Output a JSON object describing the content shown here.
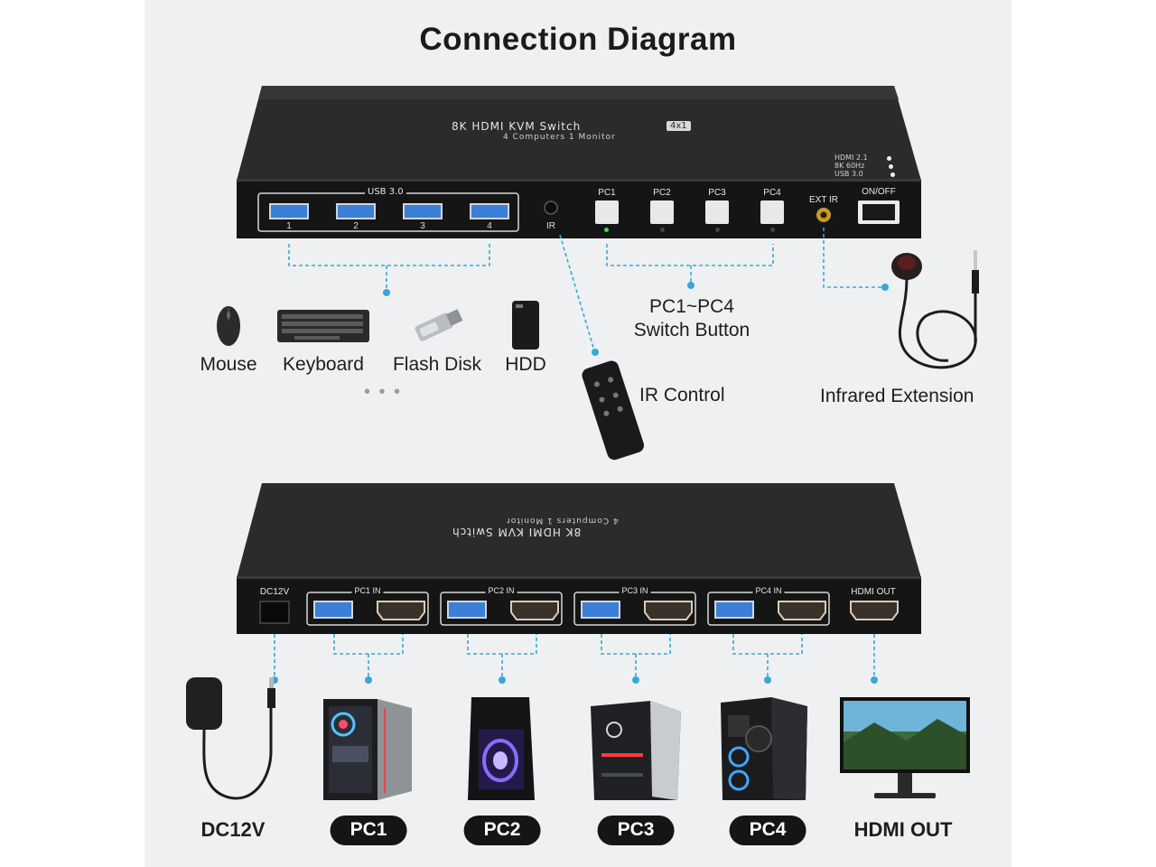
{
  "title": "Connection Diagram",
  "front_panel": {
    "product_name": "8K HDMI KVM Switch",
    "product_badge": "4x1",
    "product_sub": "4 Computers 1 Monitor",
    "indicators": [
      "HDMI 2.1",
      "8K 60Hz",
      "USB 3.0"
    ],
    "usb_group_label": "USB 3.0",
    "usb_ports": [
      "1",
      "2",
      "3",
      "4"
    ],
    "ir_label": "IR",
    "pc_buttons": [
      "PC1",
      "PC2",
      "PC3",
      "PC4"
    ],
    "ext_ir_label": "EXT IR",
    "power_label": "ON/OFF"
  },
  "peripherals": {
    "items": [
      "Mouse",
      "Keyboard",
      "Flash Disk",
      "HDD"
    ],
    "more": "• • •"
  },
  "switch_button_caption": [
    "PC1~PC4",
    "Switch Button"
  ],
  "ir_control_caption": "IR Control",
  "infrared_caption": "Infrared Extension",
  "back_panel": {
    "dc_label": "DC12V",
    "inputs": [
      "PC1 IN",
      "PC2 IN",
      "PC3 IN",
      "PC4 IN"
    ],
    "hdmi_out_label": "HDMI OUT"
  },
  "bottom_labels": {
    "dc": "DC12V",
    "pcs": [
      "PC1",
      "PC2",
      "PC3",
      "PC4"
    ],
    "hdmi_out": "HDMI OUT"
  },
  "colors": {
    "connector_line": "#39a7d6",
    "device_body": "#1d1d1f",
    "usb_blue": "#3b7fd6",
    "background": "#eef0f2"
  }
}
